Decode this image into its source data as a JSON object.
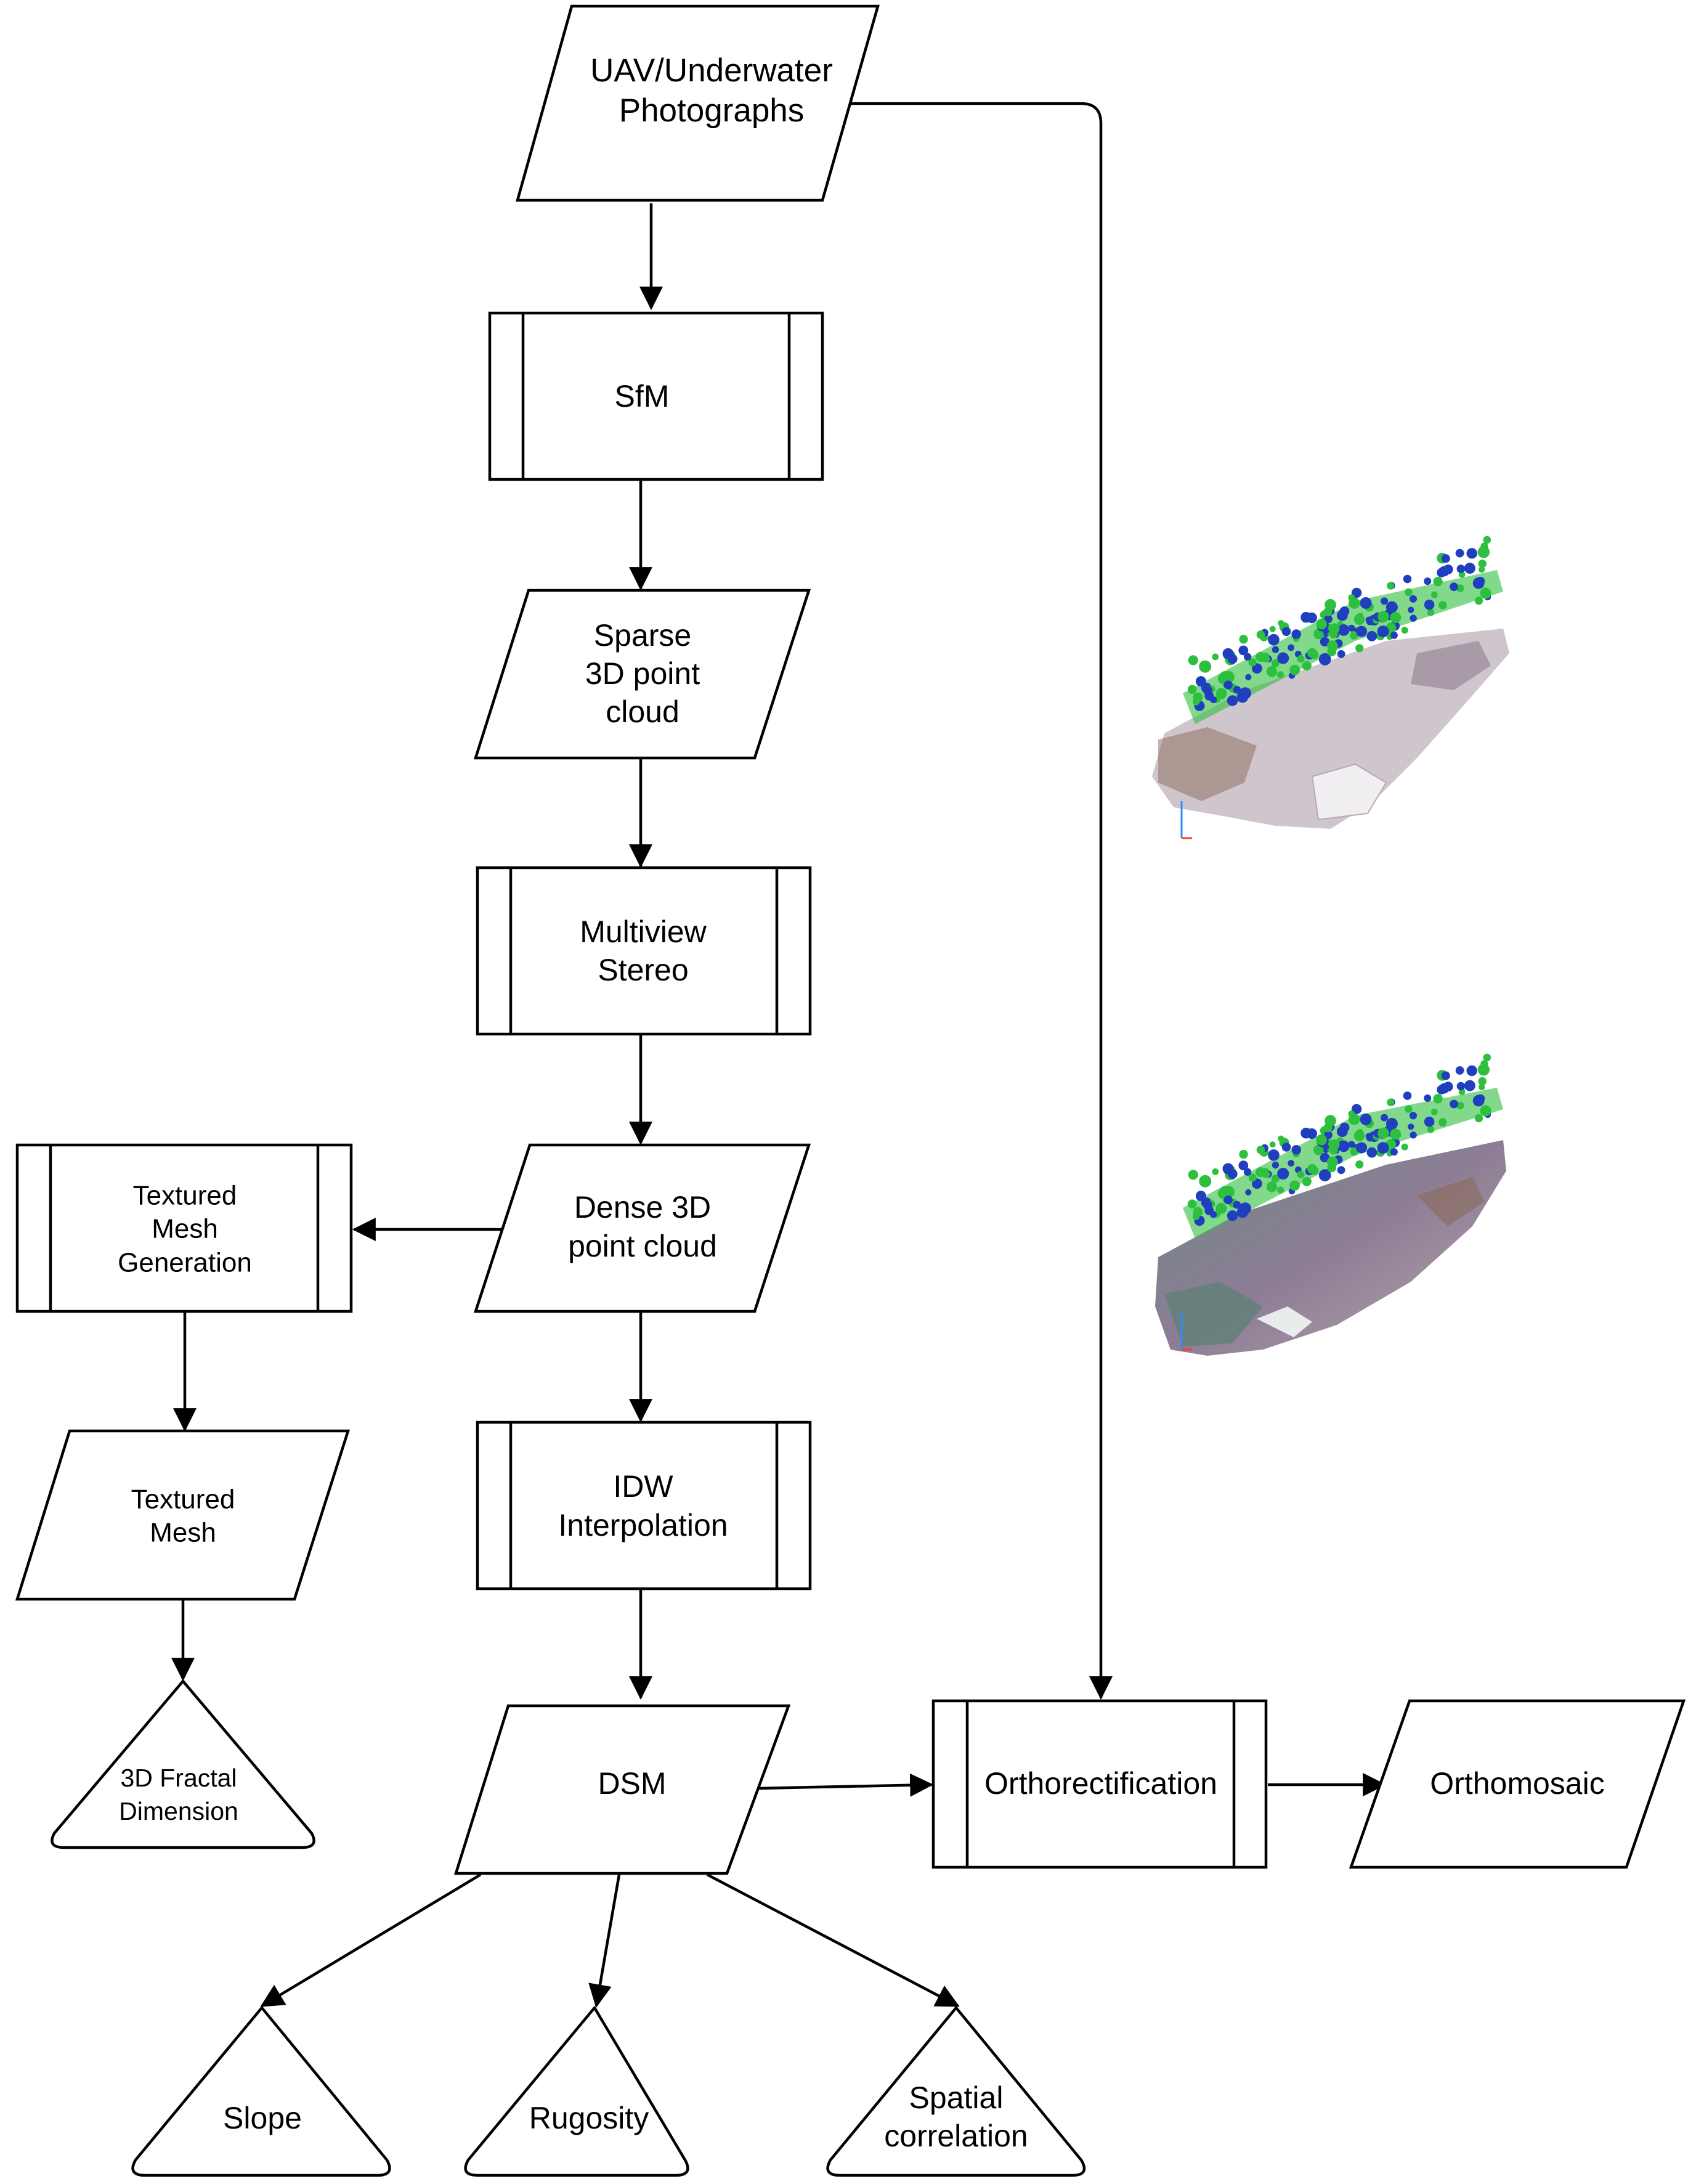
{
  "flowchart": {
    "nodes": {
      "photos": {
        "lines": [
          "UAV/Underwater",
          "Photographs"
        ]
      },
      "sfm": {
        "lines": [
          "SfM"
        ]
      },
      "sparse": {
        "lines": [
          "Sparse",
          "3D point",
          "cloud"
        ]
      },
      "mvs": {
        "lines": [
          "Multiview",
          "Stereo"
        ]
      },
      "dense": {
        "lines": [
          "Dense 3D",
          "point cloud"
        ]
      },
      "mesh_gen": {
        "lines": [
          "Textured",
          "Mesh",
          "Generation"
        ]
      },
      "mesh": {
        "lines": [
          "Textured",
          "Mesh"
        ]
      },
      "fractal": {
        "lines": [
          "3D Fractal",
          "Dimension"
        ]
      },
      "idw": {
        "lines": [
          "IDW",
          "Interpolation"
        ]
      },
      "dsm": {
        "lines": [
          "DSM"
        ]
      },
      "ortho": {
        "lines": [
          "Orthorectification"
        ]
      },
      "orthomosaic": {
        "lines": [
          "Orthomosaic"
        ]
      },
      "slope": {
        "lines": [
          "Slope"
        ]
      },
      "rugosity": {
        "lines": [
          "Rugosity"
        ]
      },
      "spatial": {
        "lines": [
          "Spatial",
          "correlation"
        ]
      }
    },
    "edges": [
      [
        "photos",
        "sfm"
      ],
      [
        "sfm",
        "sparse"
      ],
      [
        "sparse",
        "mvs"
      ],
      [
        "mvs",
        "dense"
      ],
      [
        "dense",
        "mesh_gen"
      ],
      [
        "mesh_gen",
        "mesh"
      ],
      [
        "mesh",
        "fractal"
      ],
      [
        "dense",
        "idw"
      ],
      [
        "idw",
        "dsm"
      ],
      [
        "photos",
        "ortho"
      ],
      [
        "dsm",
        "ortho"
      ],
      [
        "ortho",
        "orthomosaic"
      ],
      [
        "dsm",
        "slope"
      ],
      [
        "dsm",
        "rugosity"
      ],
      [
        "dsm",
        "spatial"
      ]
    ],
    "thumbnails": [
      "sparse-point-cloud-render",
      "textured-point-cloud-render"
    ]
  },
  "colors": {
    "stroke": "#000000",
    "camera_blue": "#1f3fbf",
    "camera_green": "#2fbf3f",
    "terrain_brown": "#8a6a5a",
    "terrain_purple": "#8c7d95",
    "terrain_sea": "#5f7f78"
  }
}
